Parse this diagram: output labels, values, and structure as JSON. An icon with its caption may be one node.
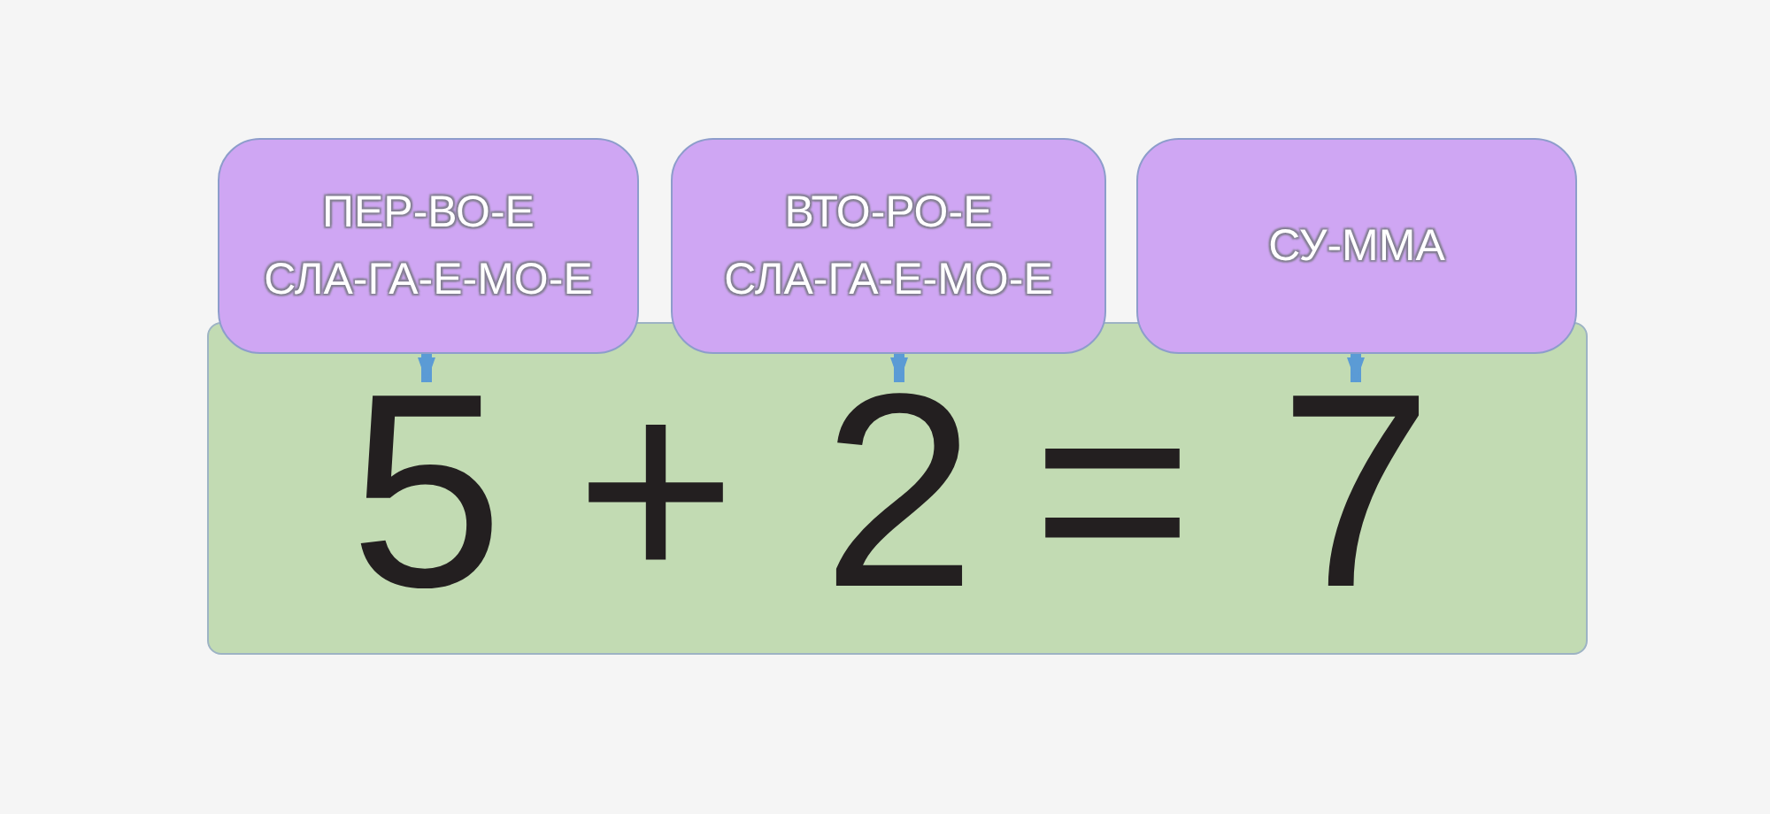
{
  "diagram": {
    "nodes": [
      {
        "text": [
          "ПЕР-ВО-Е СЛА-ГА-Е-МО-Е"
        ]
      },
      {
        "text": [
          "ВТО-РО-Е СЛА-ГА-Е-МО-Е"
        ]
      },
      {
        "text": [
          "СУ-ММА"
        ]
      },
      {
        "text": [],
        "shape": "box"
      },
      {
        "text": [
          "5"
        ],
        "in": 3
      },
      {
        "text": [
          "2"
        ],
        "in": 3
      },
      {
        "text": [
          "7"
        ],
        "in": 3
      }
    ],
    "edges": [
      {
        "from": 0,
        "to": 4,
        "arrow": "to"
      },
      {
        "from": 1,
        "to": 5,
        "arrow": "to"
      },
      {
        "from": 2,
        "to": 6,
        "arrow": "to"
      }
    ],
    "labels": [
      "+",
      "="
    ]
  }
}
